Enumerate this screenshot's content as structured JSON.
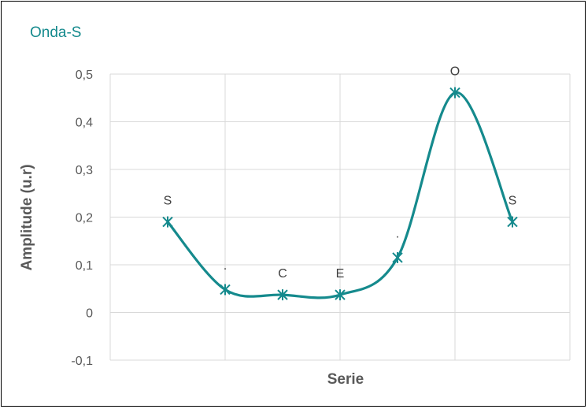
{
  "chart_data": {
    "type": "line",
    "title": "Onda-S",
    "xlabel": "Serie",
    "ylabel": "Amplitude (u.r)",
    "ylim": [
      -0.1,
      0.5
    ],
    "y_ticks": [
      "-0,1",
      "0",
      "0,1",
      "0,2",
      "0,3",
      "0,4",
      "0,5"
    ],
    "grid": true,
    "series": [
      {
        "values": [
          0.19,
          0.048,
          0.037,
          0.037,
          0.115,
          0.461,
          0.19
        ],
        "point_labels": [
          "S",
          "·",
          "C",
          "E",
          "·",
          "O",
          "S"
        ],
        "color": "#158a8d",
        "marker": "asterisk",
        "smooth": true
      }
    ]
  }
}
